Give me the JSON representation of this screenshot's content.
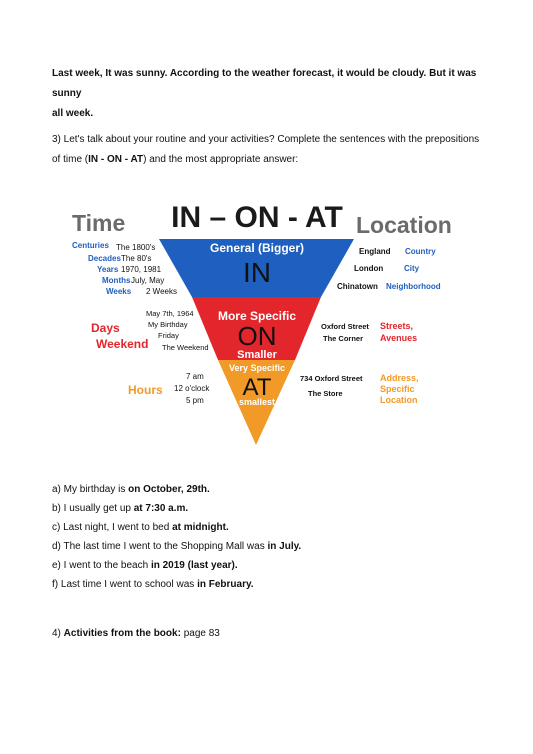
{
  "intro": {
    "line1": "Last week, It was sunny. According to the weather forecast, it would be cloudy. But it was sunny",
    "line2": "all week."
  },
  "question3": {
    "line1": "3) Let's talk about your routine and your activities? Complete the sentences with the prepositions",
    "line2_pre": "of time (",
    "line2_bold": "IN - ON - AT",
    "line2_post": ") and the most appropriate answer:"
  },
  "infographic": {
    "title": "IN – ON - AT",
    "left_heading": "Time",
    "right_heading": "Location",
    "colors": {
      "blue": "#1f5fbf",
      "red": "#e3262c",
      "orange": "#f29a27",
      "dark": "#1a1a1a",
      "gray": "#6b6b6b"
    },
    "top_band": {
      "label": "General (Bigger)",
      "word": "IN"
    },
    "mid_band": {
      "label": "More Specific",
      "word": "ON",
      "sub": "Smaller"
    },
    "bottom_band": {
      "label": "Very Specific",
      "word": "AT",
      "sub": "smallest"
    },
    "time_in_categories": [
      "Centuries",
      "Decades",
      "Years",
      "Months",
      "Weeks"
    ],
    "time_in_examples": [
      "The 1800's",
      "The 80's",
      "1970, 1981",
      "July, May",
      "2 Weeks"
    ],
    "time_on_categories": [
      "Days",
      "Weekend"
    ],
    "time_on_examples": [
      "May 7th, 1964",
      "My Birthday",
      "Friday",
      "The Weekend"
    ],
    "time_at_category": "Hours",
    "time_at_examples": [
      "7 am",
      "12 o'clock",
      "5 pm"
    ],
    "loc_in_examples": [
      "England",
      "London",
      "Chinatown"
    ],
    "loc_in_categories": [
      "Country",
      "City",
      "Neighborhood"
    ],
    "loc_on_examples": [
      "Oxford Street",
      "The Corner"
    ],
    "loc_on_categories": [
      "Streets,",
      "Avenues"
    ],
    "loc_at_examples": [
      "734 Oxford Street",
      "The Store"
    ],
    "loc_at_categories": [
      "Address,",
      "Specific",
      "Location"
    ]
  },
  "answers": [
    {
      "pre": "a) My birthday is ",
      "bold": "on October, 29th.",
      "post": ""
    },
    {
      "pre": "b) I usually get up ",
      "bold": "at 7:30 a.m.",
      "post": ""
    },
    {
      "pre": "c) Last night, I went to bed ",
      "bold": "at midnight.",
      "post": ""
    },
    {
      "pre": "d) The last time I went to the Shopping Mall was ",
      "bold": "in July.",
      "post": ""
    },
    {
      "pre": "e) I went to the beach ",
      "bold": "in 2019 (last year).",
      "post": ""
    },
    {
      "pre": "f) Last time I went to school was ",
      "bold": "in February.",
      "post": ""
    }
  ],
  "question4": {
    "pre": "4) ",
    "bold": "Activities from the book:",
    "post": " page 83"
  }
}
